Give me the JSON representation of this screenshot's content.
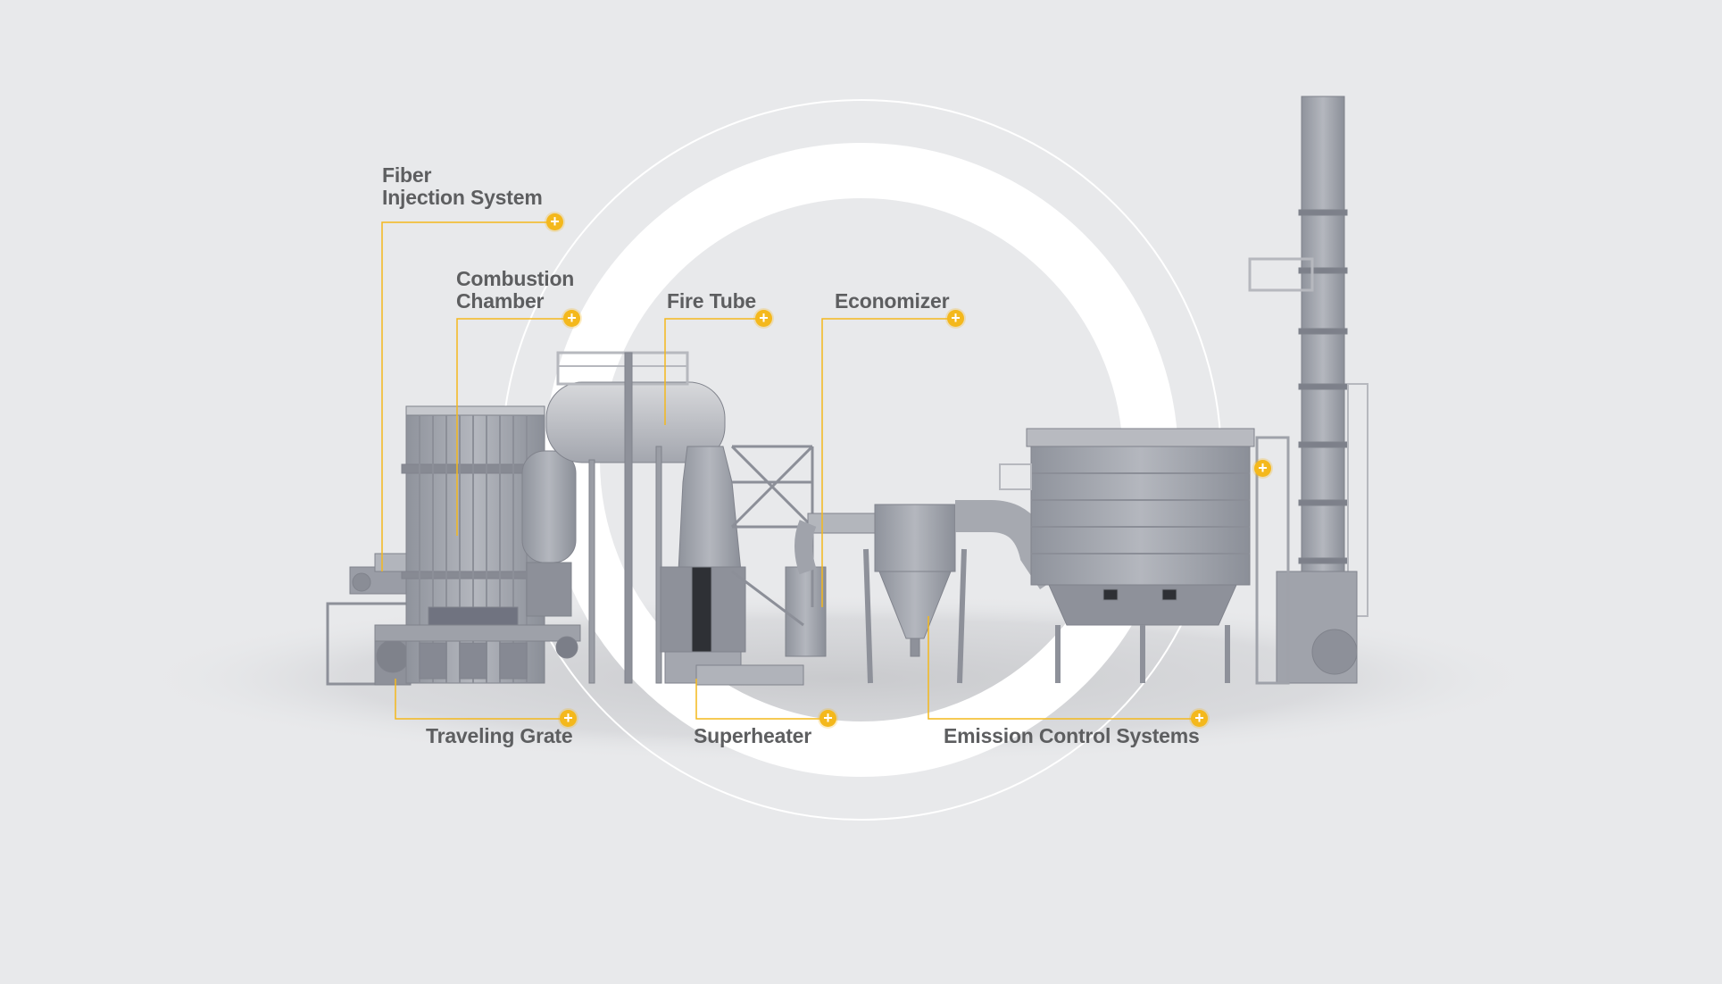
{
  "accent_color": "#f4b81c",
  "text_color": "#5d5e60",
  "equipment_color": "#9fa2ab",
  "hotspot_icon": "plus-icon",
  "hotspot_symbol": "+",
  "components": [
    {
      "id": "fiber-injection-system",
      "lines": [
        "Fiber",
        "Injection System"
      ]
    },
    {
      "id": "combustion-chamber",
      "lines": [
        "Combustion",
        "Chamber"
      ]
    },
    {
      "id": "fire-tube",
      "lines": [
        "Fire Tube"
      ]
    },
    {
      "id": "economizer",
      "lines": [
        "Economizer"
      ]
    },
    {
      "id": "traveling-grate",
      "lines": [
        "Traveling Grate"
      ]
    },
    {
      "id": "superheater",
      "lines": [
        "Superheater"
      ]
    },
    {
      "id": "emission-control-systems",
      "lines": [
        "Emission Control Systems"
      ]
    }
  ]
}
